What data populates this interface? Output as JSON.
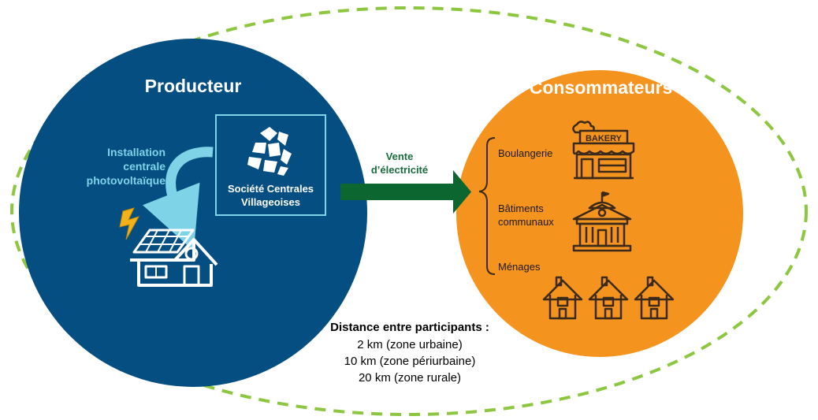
{
  "producer": {
    "title": "Producteur",
    "installation_label": [
      "Installation",
      "centrale",
      "photovoltaïque"
    ],
    "company_name": [
      "Société Centrales",
      "Villageoises"
    ],
    "company_logo_icon": "faceted-stone-logo-icon",
    "solar_house_icon": "solar-panel-house-icon",
    "lightning_icon": "lightning-bolt-icon"
  },
  "flow": {
    "label": [
      "Vente",
      "d’électricité"
    ],
    "arrow_icon": "arrow-right-icon"
  },
  "consumers": {
    "title": "Consommateurs",
    "groups": [
      {
        "label": [
          "Boulangerie"
        ],
        "icon": "bakery-shop-icon",
        "sign": "BAKERY"
      },
      {
        "label": [
          "Bâtiments",
          "communaux"
        ],
        "icon": "town-hall-icon"
      },
      {
        "label": [
          "Ménages"
        ],
        "icon": "houses-icon"
      }
    ]
  },
  "distance": {
    "title": "Distance entre participants :",
    "lines": [
      "2 km (zone urbaine)",
      "10 km (zone périurbaine)",
      "20 km (zone rurale)"
    ]
  },
  "colors": {
    "producer_circle": "#044e82",
    "consumer_circle": "#f5931f",
    "dashed_ellipse": "#8dc63f",
    "arrow": "#0b6630",
    "accent_light_blue": "#7fd3e6",
    "lightning": "#f3b21b",
    "icon_stroke": "#3b2a1a",
    "sale_text": "#1a6b3c"
  }
}
